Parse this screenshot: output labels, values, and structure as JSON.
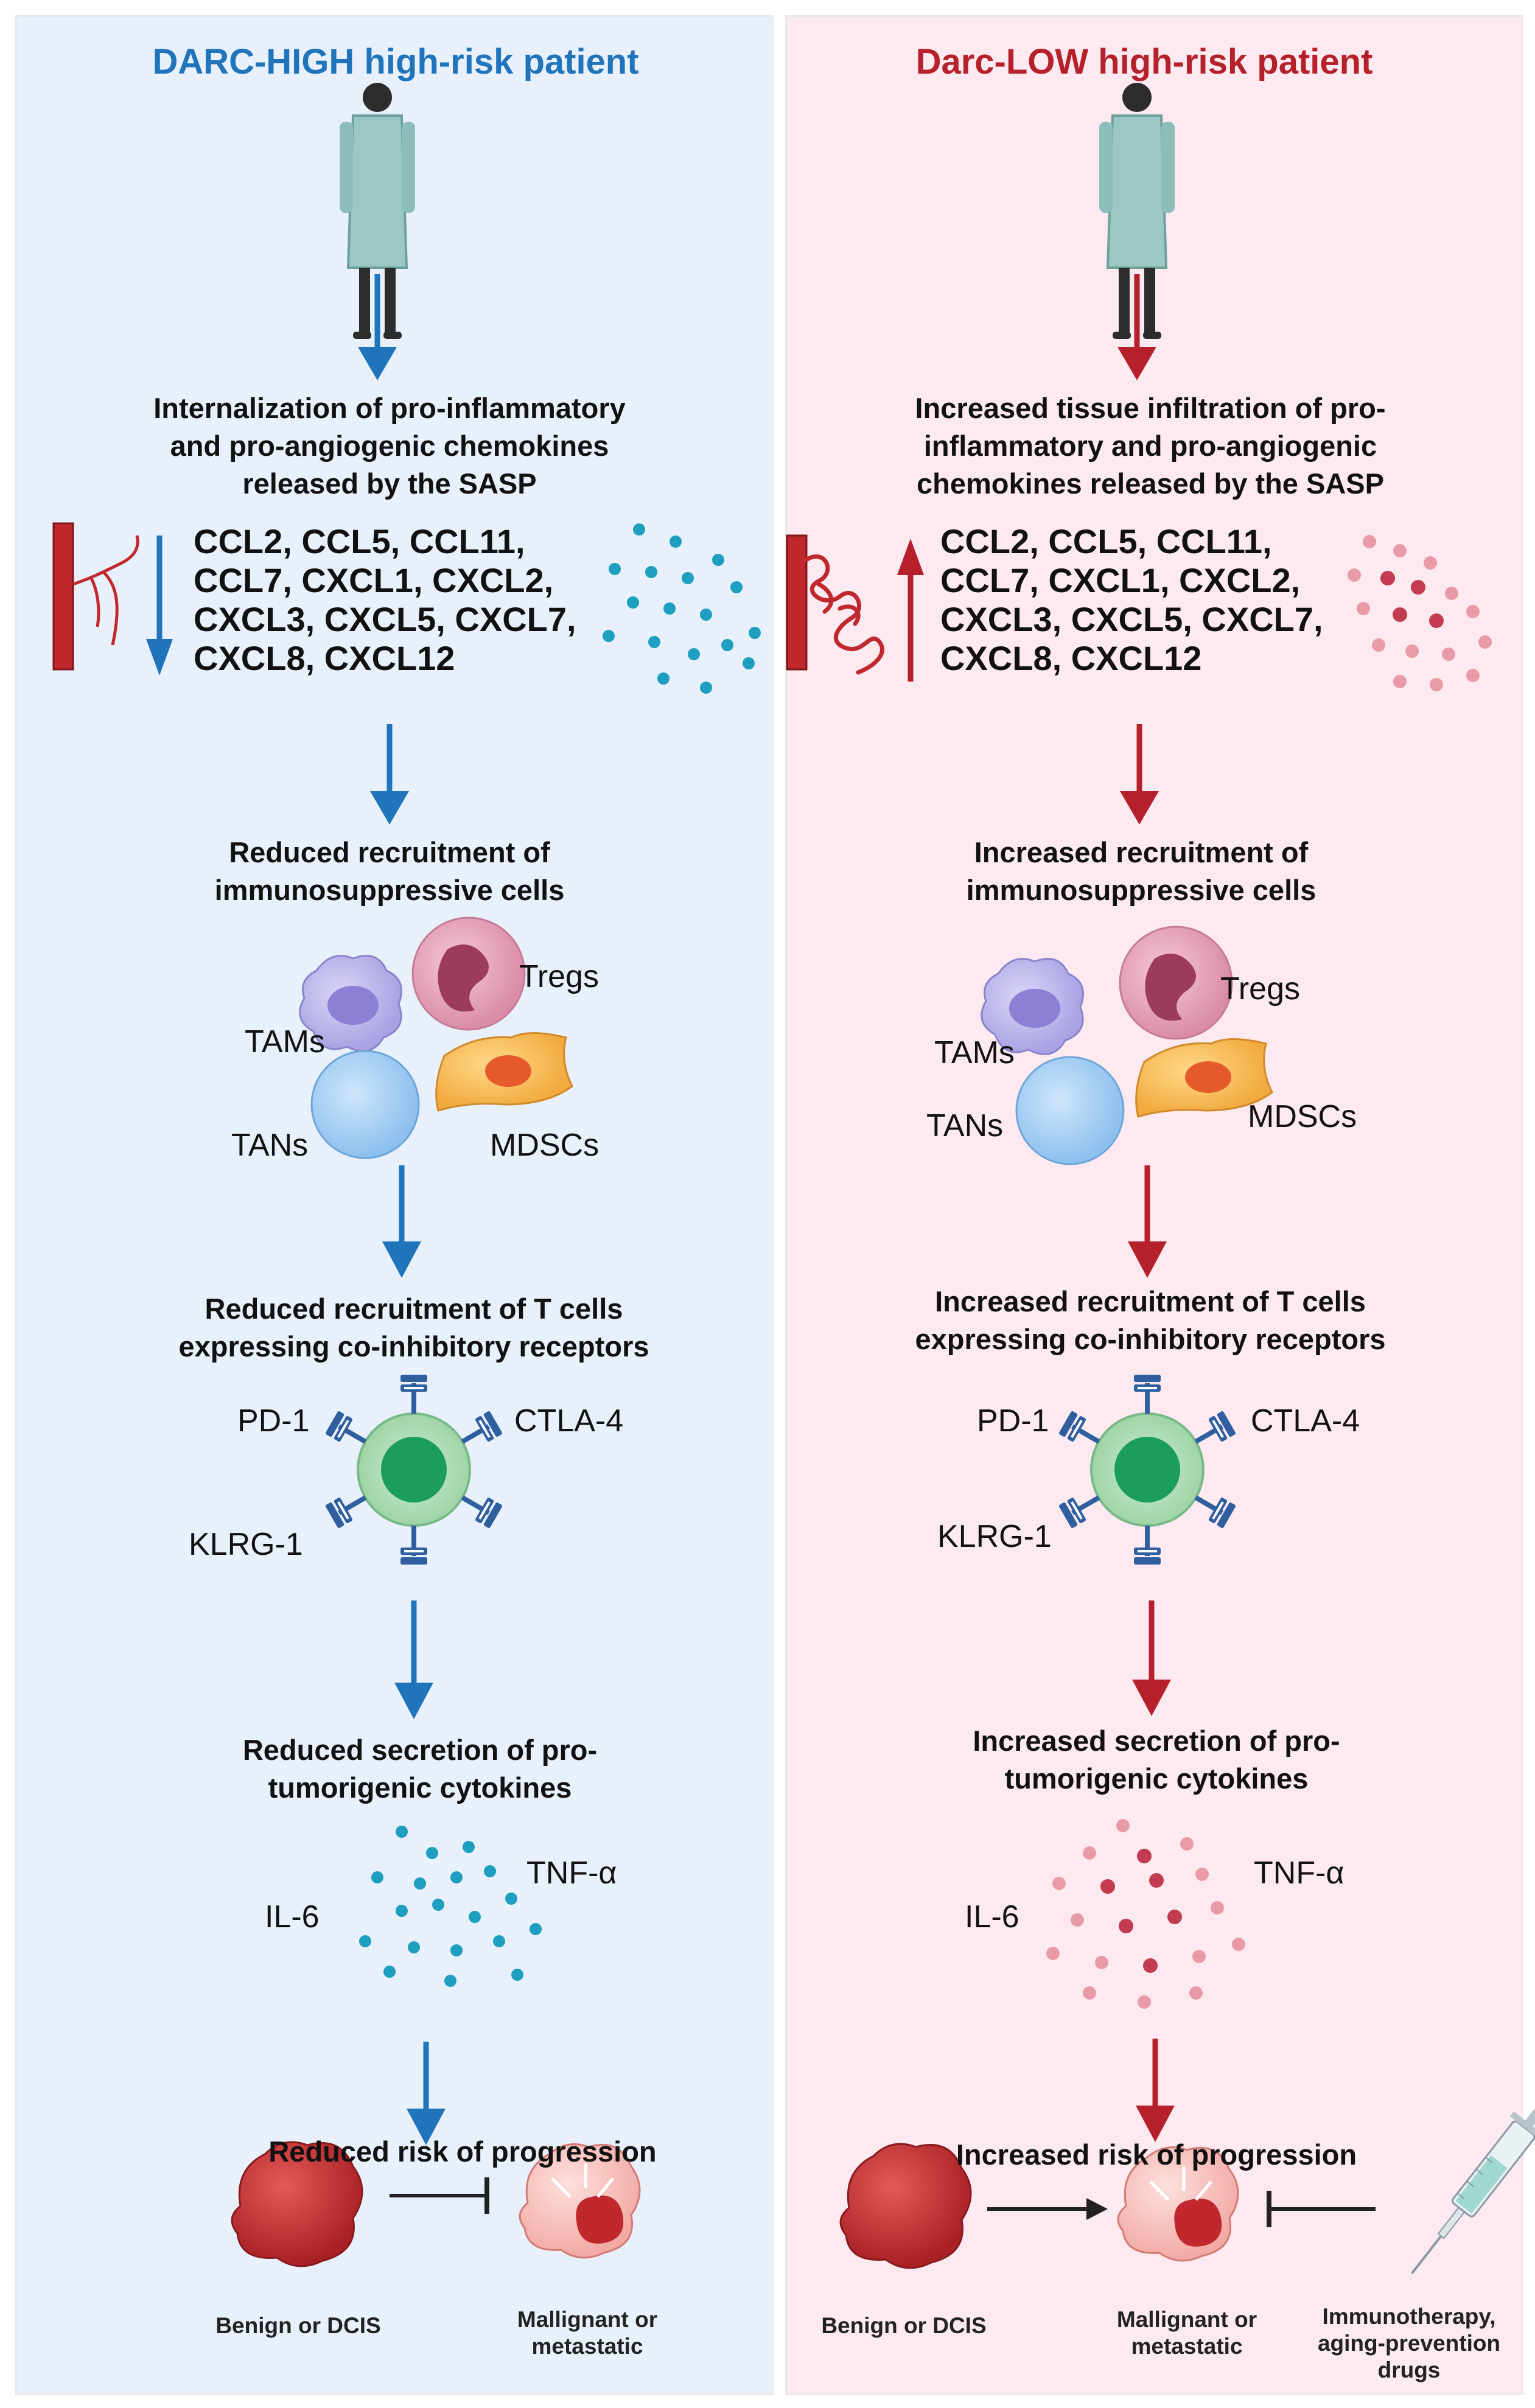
{
  "colors": {
    "left_accent": "#1f74bb",
    "right_accent": "#b5202a",
    "left_bg": "#e8f1fb",
    "right_bg": "#fdeaf0"
  },
  "left": {
    "title": "DARC-HIGH high-risk patient",
    "step1": "Internalization of pro-inflammatory\nand pro-angiogenic chemokines\nreleased by the SASP",
    "chemokines": "CCL2, CCL5, CCL11,\nCCL7, CXCL1, CXCL2,\nCXCL3, CXCL5, CXCL7,\nCXCL8, CXCL12",
    "step2": "Reduced recruitment of\nimmunosuppressive cells",
    "cells": {
      "tams": "TAMs",
      "tregs": "Tregs",
      "tans": "TANs",
      "mdscs": "MDSCs"
    },
    "step3": "Reduced recruitment of T cells\nexpressing co-inhibitory receptors",
    "receptors": {
      "pd1": "PD-1",
      "ctla4": "CTLA-4",
      "klrg1": "KLRG-1"
    },
    "step4": "Reduced secretion of pro-\ntumorigenic cytokines",
    "cytokines": {
      "il6": "IL-6",
      "tnf": "TNF-α"
    },
    "step5": "Reduced risk of progression",
    "benign": "Benign or DCIS",
    "malignant": "Mallignant or\nmetastatic"
  },
  "right": {
    "title": "Darc-LOW high-risk patient",
    "step1": "Increased tissue infiltration of pro-\ninflammatory and pro-angiogenic\nchemokines released by the SASP",
    "chemokines": "CCL2, CCL5, CCL11,\nCCL7, CXCL1, CXCL2,\nCXCL3, CXCL5, CXCL7,\nCXCL8, CXCL12",
    "step2": "Increased recruitment of\nimmunosuppressive cells",
    "cells": {
      "tams": "TAMs",
      "tregs": "Tregs",
      "tans": "TANs",
      "mdscs": "MDSCs"
    },
    "step3": "Increased recruitment of T cells\nexpressing co-inhibitory receptors",
    "receptors": {
      "pd1": "PD-1",
      "ctla4": "CTLA-4",
      "klrg1": "KLRG-1"
    },
    "step4": "Increased secretion of pro-\ntumorigenic cytokines",
    "cytokines": {
      "il6": "IL-6",
      "tnf": "TNF-α"
    },
    "step5": "Increased risk of progression",
    "benign": "Benign or DCIS",
    "malignant": "Mallignant or\nmetastatic",
    "therapy": "Immunotherapy,\naging-prevention\ndrugs"
  }
}
